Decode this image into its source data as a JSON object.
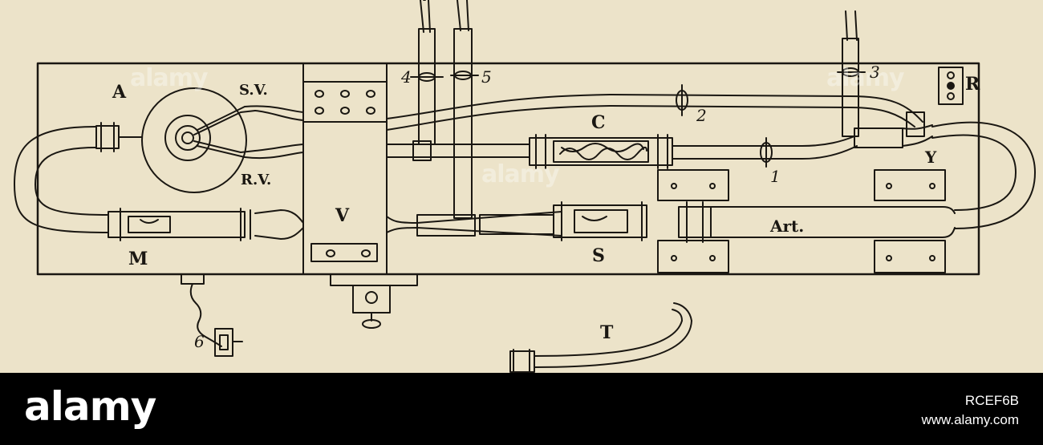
{
  "diagram": {
    "labels": {
      "A": "A",
      "SV": "S.V.",
      "RV": "R.V.",
      "M": "M",
      "V": "V",
      "C": "C",
      "S": "S",
      "Art": "Art.",
      "Y": "Y",
      "R": "R",
      "T": "T",
      "n1": "1",
      "n2": "2",
      "n3": "3",
      "n4": "4",
      "n5": "5",
      "n6": "6"
    }
  },
  "watermark": {
    "brand": "alamy",
    "image_id": "RCEF6B",
    "site": "www.alamy.com"
  },
  "colors": {
    "paper": "#ece3c9",
    "ink": "#1a1712",
    "footer": "#000000"
  }
}
